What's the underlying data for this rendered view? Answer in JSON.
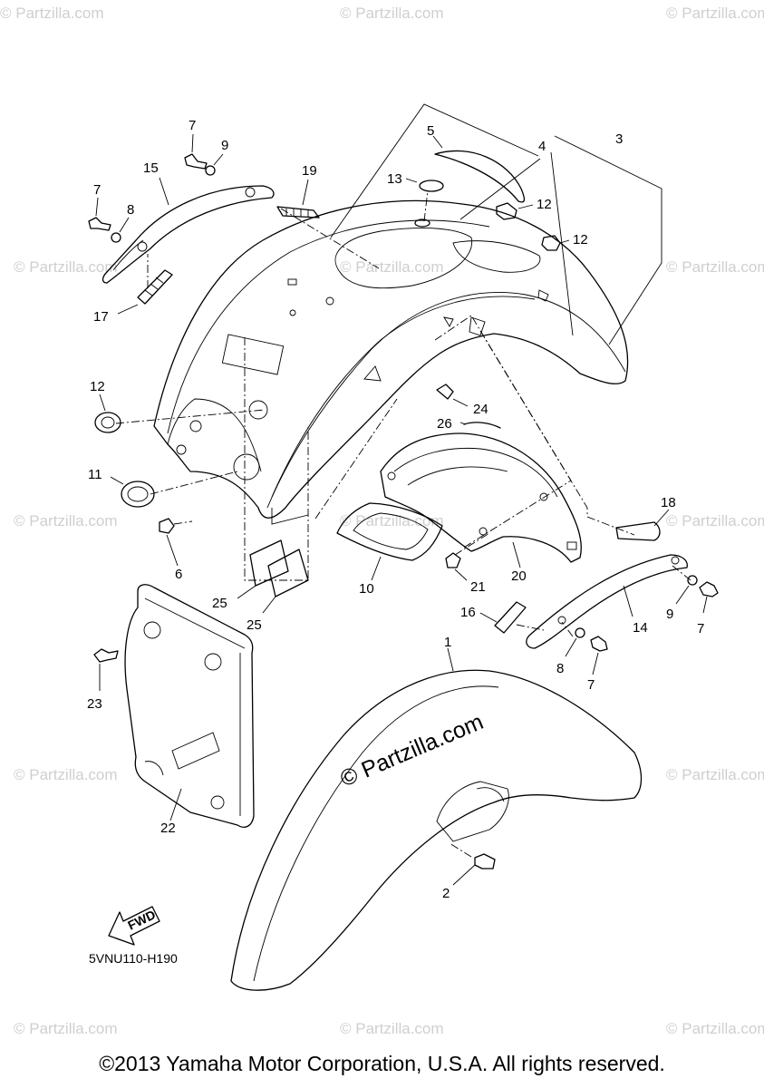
{
  "diagram": {
    "part_code": "5VNU110-H190",
    "fwd_label": "FWD",
    "watermark_main": "© Partzilla.com",
    "watermark_faint": "© Partzilla.com",
    "callouts": [
      {
        "num": "1"
      },
      {
        "num": "2"
      },
      {
        "num": "3"
      },
      {
        "num": "4"
      },
      {
        "num": "5"
      },
      {
        "num": "6"
      },
      {
        "num": "7"
      },
      {
        "num": "7"
      },
      {
        "num": "7"
      },
      {
        "num": "7"
      },
      {
        "num": "8"
      },
      {
        "num": "8"
      },
      {
        "num": "9"
      },
      {
        "num": "9"
      },
      {
        "num": "10"
      },
      {
        "num": "11"
      },
      {
        "num": "12"
      },
      {
        "num": "12"
      },
      {
        "num": "12"
      },
      {
        "num": "13"
      },
      {
        "num": "14"
      },
      {
        "num": "15"
      },
      {
        "num": "16"
      },
      {
        "num": "17"
      },
      {
        "num": "18"
      },
      {
        "num": "19"
      },
      {
        "num": "20"
      },
      {
        "num": "21"
      },
      {
        "num": "22"
      },
      {
        "num": "23"
      },
      {
        "num": "24"
      },
      {
        "num": "25"
      },
      {
        "num": "25"
      },
      {
        "num": "26"
      }
    ]
  },
  "footer": {
    "copyright": "©2013 Yamaha Motor Corporation, U.S.A. All rights reserved."
  }
}
